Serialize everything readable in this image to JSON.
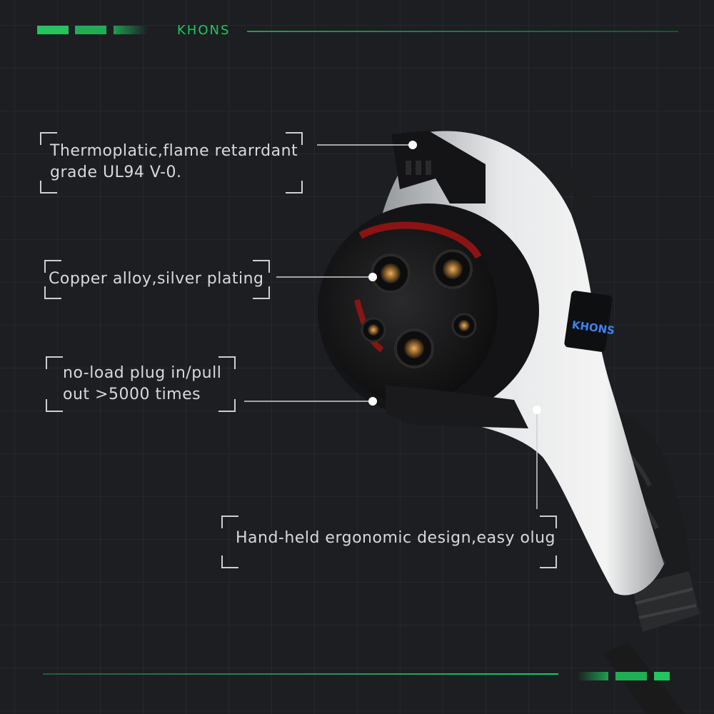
{
  "brand": {
    "name": "KHONS",
    "accent": "#22c55e"
  },
  "callouts": [
    {
      "line1": "Thermoplatic,flame retarrdant",
      "line2": "grade UL94 V-0."
    },
    {
      "line1": "Copper alloy,silver plating"
    },
    {
      "line1": "no-load plug in/pull",
      "line2": "out >5000 times"
    },
    {
      "line1": "Hand-held ergonomic design,easy olug"
    }
  ],
  "product": {
    "logo_text": "KHONS"
  }
}
